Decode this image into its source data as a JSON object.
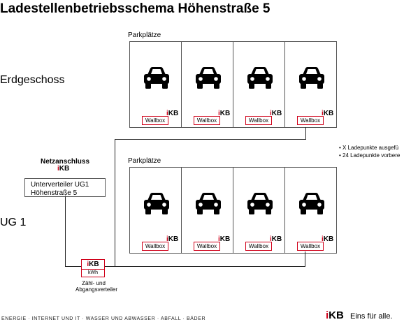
{
  "title": "Ladestellenbetriebsschema Höhenstraße 5",
  "floors": {
    "top": "Erdgeschoss",
    "bottom": "UG 1"
  },
  "parking": {
    "top_label": "Parkplätze",
    "bottom_label": "Parkplätze",
    "wallbox_label": "Wallbox",
    "wallbox_logo": "KB"
  },
  "legend": [
    "X Ladepunkte ausgefü",
    "24 Ladepunkte vorbere"
  ],
  "netzanschluss": {
    "title": "Netzanschluss",
    "logo": "KB"
  },
  "unterverteiler": {
    "line1": "Unterverteiler UG1",
    "line2": "Höhenstraße 5"
  },
  "meter": {
    "logo": "KB",
    "unit": "kWh",
    "caption_line1": "Zähl- und",
    "caption_line2": "Abgangsverteiler"
  },
  "footer": {
    "text": "ENERGIE · INTERNET UND IT · WASSER UND ABWASSER · ABFALL · BÄDER",
    "brand": "KB",
    "tagline": "Eins für alle."
  },
  "colors": {
    "accent": "#d0021b"
  }
}
